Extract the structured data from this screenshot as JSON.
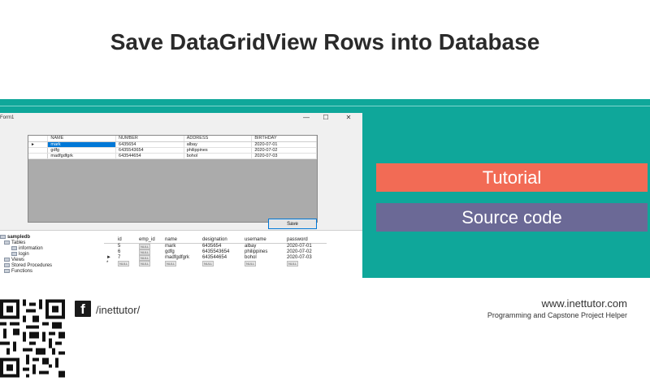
{
  "title": "Save DataGridView Rows into Database",
  "form": {
    "title": "Form1",
    "controls": {
      "minimize": "—",
      "maximize": "☐",
      "close": "✕"
    },
    "columns": [
      "NAME",
      "NUMBER",
      "ADDRESS",
      "BIRTHDAY"
    ],
    "rows": [
      {
        "marker": "►",
        "name": "mark",
        "number": "6435654",
        "address": "albay",
        "birthday": "2020-07-01"
      },
      {
        "marker": "",
        "name": "gdfg",
        "number": "6435543654",
        "address": "philippines",
        "birthday": "2020-07-02"
      },
      {
        "marker": "",
        "name": "madfgdfgrk",
        "number": "643544654",
        "address": "bohol",
        "birthday": "2020-07-03"
      }
    ],
    "save_label": "Save"
  },
  "tree": {
    "db": "sampledb",
    "tables": "Tables",
    "information": "information",
    "login": "login",
    "views": "Views",
    "stored_procedures": "Stored Procedures",
    "functions": "Functions"
  },
  "dbgrid": {
    "columns": [
      "id",
      "emp_id",
      "name",
      "designation",
      "username",
      "password"
    ],
    "rows": [
      {
        "marker": "",
        "id": "5",
        "emp_id": "NULL",
        "name": "mark",
        "designation": "6435654",
        "username": "albay",
        "password": "2020-07-01"
      },
      {
        "marker": "",
        "id": "6",
        "emp_id": "NULL",
        "name": "gdfg",
        "designation": "6435543654",
        "username": "philippines",
        "password": "2020-07-02"
      },
      {
        "marker": "►",
        "id": "7",
        "emp_id": "NULL",
        "name": "madfgdfgrk",
        "designation": "643544654",
        "username": "bohol",
        "password": "2020-07-03"
      },
      {
        "marker": "*",
        "id": "NULL",
        "emp_id": "NULL",
        "name": "NULL",
        "designation": "NULL",
        "username": "NULL",
        "password": "NULL"
      }
    ]
  },
  "buttons": {
    "tutorial": "Tutorial",
    "source_code": "Source code"
  },
  "footer": {
    "fb_icon": "f",
    "facebook": "/inettutor/",
    "site": "www.inettutor.com",
    "tagline": "Programming and Capstone Project Helper"
  },
  "colors": {
    "teal": "#0fa79a",
    "tutorial": "#f26b55",
    "source": "#6b6996"
  }
}
